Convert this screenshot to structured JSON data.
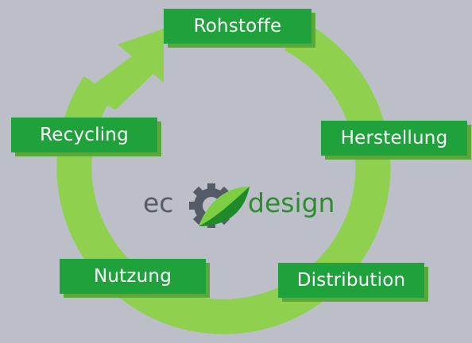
{
  "diagram": {
    "stages": [
      {
        "label": "Rohstoffe"
      },
      {
        "label": "Herstellung"
      },
      {
        "label": "Distribution"
      },
      {
        "label": "Nutzung"
      },
      {
        "label": "Recycling"
      }
    ],
    "logo": {
      "part1": "ec",
      "part2": "design"
    }
  },
  "colors": {
    "background": "#bcbfc8",
    "arrow": "#8fd14f",
    "box_face": "#1fa23b",
    "box_shadow": "#5aa83a",
    "logo_gray": "#555b66",
    "logo_green": "#2e8b2e",
    "leaf_light": "#7ccf42",
    "leaf_dark": "#1e8a2a"
  }
}
